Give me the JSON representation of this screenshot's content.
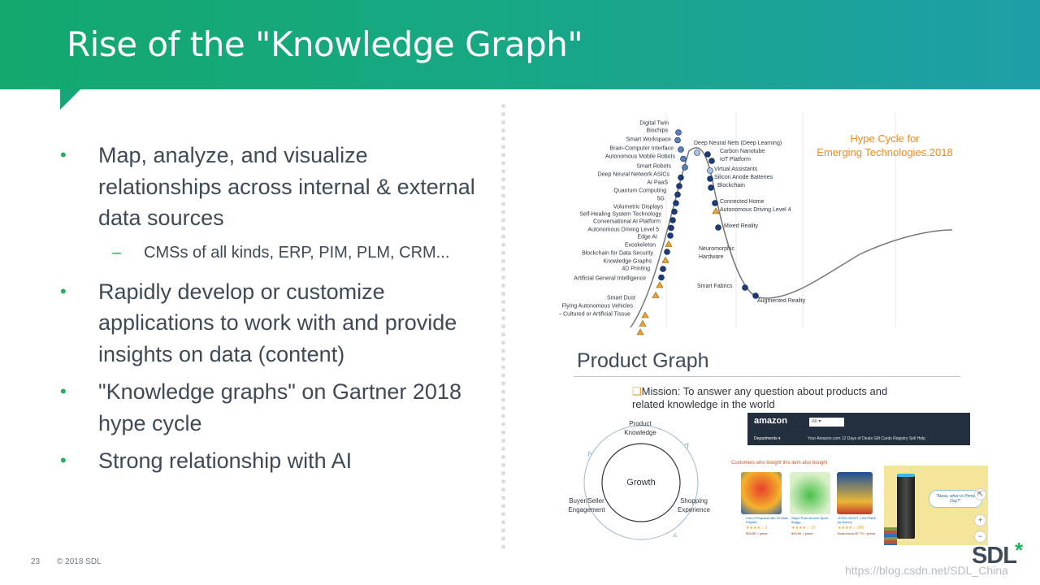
{
  "slide": {
    "title": "Rise of the \"Knowledge Graph\"",
    "page_number": "23",
    "copyright": "© 2018 SDL",
    "logo_text": "SDL",
    "logo_star": "*",
    "watermark": "https://blog.csdn.net/SDL_China"
  },
  "bullets": [
    {
      "text": "Map, analyze, and visualize relationships across internal & external data sources"
    },
    {
      "text": "Rapidly develop or customize applications to work with and provide insights on data (content)"
    },
    {
      "text": "\"Knowledge graphs\" on Gartner 2018 hype cycle"
    },
    {
      "text": "Strong relationship with AI"
    }
  ],
  "sub_bullet": "CMSs of all kinds, ERP, PIM, PLM, CRM...",
  "bullet_glyph": "•",
  "sub_glyph": "–",
  "hype_cycle": {
    "title_line1": "Hype Cycle for",
    "title_line2": "Emerging Technologies.2018",
    "left_labels": [
      "Digital Twin",
      "Biochips",
      "Smart Workspace",
      "Brain-Computer Interface",
      "Autonomous Mobile Robots",
      "Smart Robots",
      "Deep Neural Network ASICs",
      "AI PaaS",
      "Quantum Computing",
      "5G",
      "Volumetric Displays",
      "Self-Healing System Technology",
      "Conversational AI Platform",
      "Autonomous Driving Level 5",
      "Edge AI",
      "Exoskeleton",
      "Blockchain for Data Security",
      "Knowledge Graphs",
      "4D Printing",
      "Artificial General Intelligence",
      "Smart Dust",
      "Flying Autonomous Vehicles",
      "Biotech — Cultured or Artificial Tissue"
    ],
    "right_labels": [
      "Deep Neural Nets (Deep Learning)",
      "Carbon Nanotube",
      "IoT Platform",
      "Virtual Assistants",
      "Silicon Anode Batteries",
      "Blockchain",
      "Connected Home",
      "Autonomous Driving Level 4",
      "Mixed Reality",
      "Neuromorphic",
      "Hardware",
      "Smart Fabrics",
      "Augmented Reality"
    ]
  },
  "product_graph": {
    "title": "Product Graph",
    "mission_box": "❑",
    "mission_line1": "Mission: To answer any question about products and",
    "mission_line2": "related knowledge in the world",
    "cycle_center": "Growth",
    "cycle_top_1": "Product",
    "cycle_top_2": "Knowledge",
    "cycle_left_1": "Buyer/Seller",
    "cycle_left_2": "Engagement",
    "cycle_right_1": "Shopping",
    "cycle_right_2": "Experience"
  },
  "amazon": {
    "logo": "amazon",
    "search": "All ▾",
    "dept": "Departments ▾",
    "nav": "Your Amazon.com   12 Days of Deals   Gift Cards   Registry   Sell   Help",
    "section_label": "Customers who bought this item also bought",
    "products": [
      {
        "caption": "Cars 3 Playland with 20 Balls Playset",
        "stars": "★★★★☆ 3",
        "price": "$28.55 ✓prime"
      },
      {
        "caption": "Step2 Push Around Sport Buggy",
        "stars": "★★★★☆ 19",
        "price": "$49.99 ✓prime"
      },
      {
        "caption": "GOOD NIGHT, LIGHTNIN' by Disney",
        "stars": "★★★★☆ 296",
        "price": "Board book $7.79 ✓prime"
      }
    ],
    "bubble": "\"Alexa, when is Prime Day?\"",
    "ctl_expand": "⇱",
    "ctl_plus": "+",
    "ctl_minus": "−"
  }
}
